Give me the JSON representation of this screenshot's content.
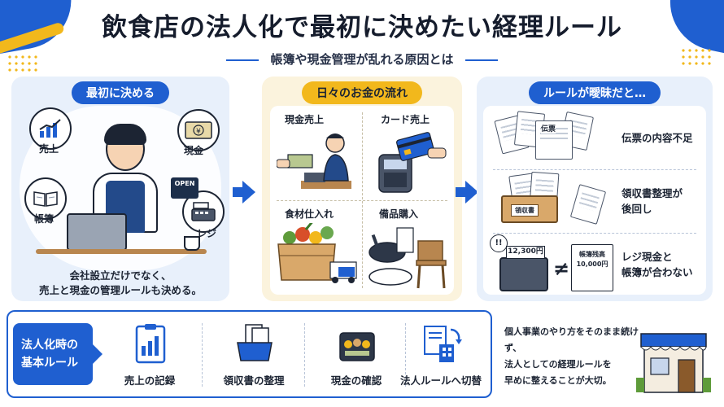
{
  "header": {
    "title": "飲食店の法人化で最初に決めたい経理ルール",
    "subtitle": "帳簿や現金管理が乱れる原因とは"
  },
  "panel1": {
    "heading": "最初に決める",
    "icons": [
      {
        "label": "売上",
        "icon": "chart-up-icon"
      },
      {
        "label": "現金",
        "icon": "yen-bill-icon"
      },
      {
        "label": "帳簿",
        "icon": "book-icon"
      },
      {
        "label": "レジ",
        "icon": "register-icon"
      }
    ],
    "open_sign": "OPEN",
    "caption_line1": "会社設立だけでなく、",
    "caption_line2": "売上と現金の管理ルールも決める。"
  },
  "panel2": {
    "heading": "日々のお金の流れ",
    "cells": [
      {
        "label": "現金売上",
        "icon": "cash-handover-icon"
      },
      {
        "label": "カード売上",
        "icon": "card-terminal-icon"
      },
      {
        "label": "食材仕入れ",
        "icon": "vegetable-box-icon"
      },
      {
        "label": "備品購入",
        "icon": "kitchen-supplies-icon"
      }
    ]
  },
  "panel3": {
    "heading": "ルールが曖昧だと…",
    "rows": [
      {
        "line1": "伝票の内容不足",
        "line2": "",
        "paper_label": "伝票"
      },
      {
        "line1": "領収書整理が",
        "line2": "後回し",
        "box_label": "領収書"
      },
      {
        "line1": "レジ現金と",
        "line2": "帳簿が合わない",
        "register_amount": "12,300円",
        "ledger_title": "帳簿残高",
        "ledger_amount": "10,000円"
      }
    ]
  },
  "bottom": {
    "tag_line1": "法人化時の",
    "tag_line2": "基本ルール",
    "items": [
      {
        "label": "売上の記録",
        "icon": "sales-record-icon"
      },
      {
        "label": "領収書の整理",
        "icon": "receipt-tray-icon"
      },
      {
        "label": "現金の確認",
        "icon": "cash-drawer-icon"
      },
      {
        "label": "法人ルールへ切替",
        "icon": "switch-to-corporate-icon"
      }
    ]
  },
  "closing": {
    "line1": "個人事業のやり方をそのまま続けず、",
    "line2": "法人としての経理ルールを",
    "line3": "早めに整えることが大切。"
  },
  "colors": {
    "primary_blue": "#1f5fd0",
    "accent_yellow": "#f2b81c",
    "panel_blue": "#e8f0fb",
    "panel_yellow": "#fbf3dd"
  }
}
